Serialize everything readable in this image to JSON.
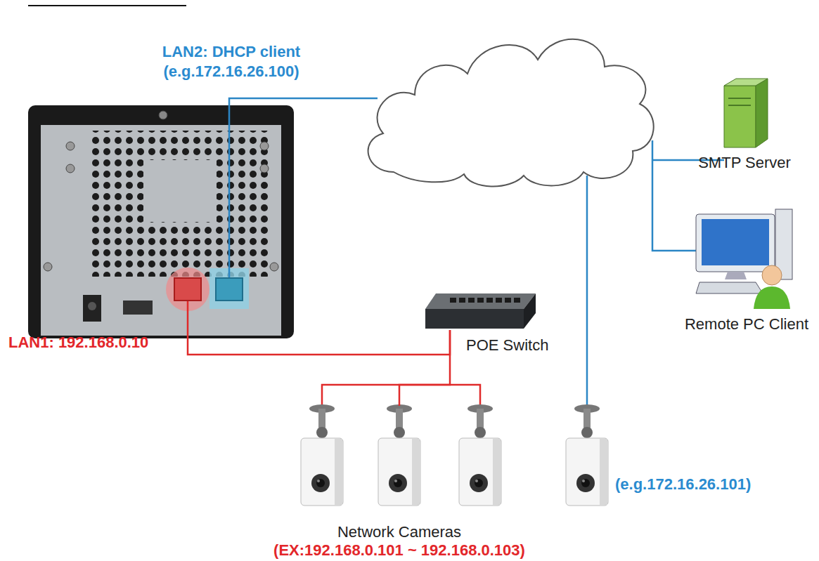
{
  "diagram": {
    "nodes": [
      {
        "text": [
          "LAN2: DHCP client (e.g.172.16.26.100)"
        ]
      },
      {
        "text": [
          "SMTP Server"
        ]
      },
      {
        "text": [
          "Remote PC Client"
        ]
      },
      {
        "text": [
          "LAN1: 192.168.0.10"
        ]
      },
      {
        "text": [
          "POE Switch"
        ]
      },
      {
        "text": [
          "Network Cameras",
          "(EX:192.168.0.101 ~ 192.168.0.103)"
        ]
      },
      {
        "text": [
          "(e.g.172.16.26.101)"
        ]
      }
    ],
    "edges": [
      {
        "from": 3,
        "to": 4,
        "arrow": "none"
      },
      {
        "from": 4,
        "to": 5,
        "arrow": "none"
      }
    ]
  }
}
